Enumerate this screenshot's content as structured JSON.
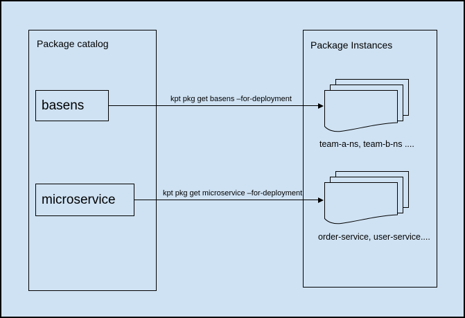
{
  "diagram": {
    "background_color": "#cfe2f3",
    "line_color": "#000000",
    "left_panel": {
      "title": "Package catalog",
      "nodes": [
        {
          "label": "basens"
        },
        {
          "label": "microservice"
        }
      ]
    },
    "right_panel": {
      "title": "Package Instances",
      "stacks": [
        {
          "icon": "document-stack-icon",
          "caption": "team-a-ns, team-b-ns ...."
        },
        {
          "icon": "document-stack-icon",
          "caption": "order-service, user-service...."
        }
      ]
    },
    "arrows": [
      {
        "label": "kpt pkg get basens –for-deployment"
      },
      {
        "label": "kpt pkg get microservice –for-deployment"
      }
    ]
  }
}
